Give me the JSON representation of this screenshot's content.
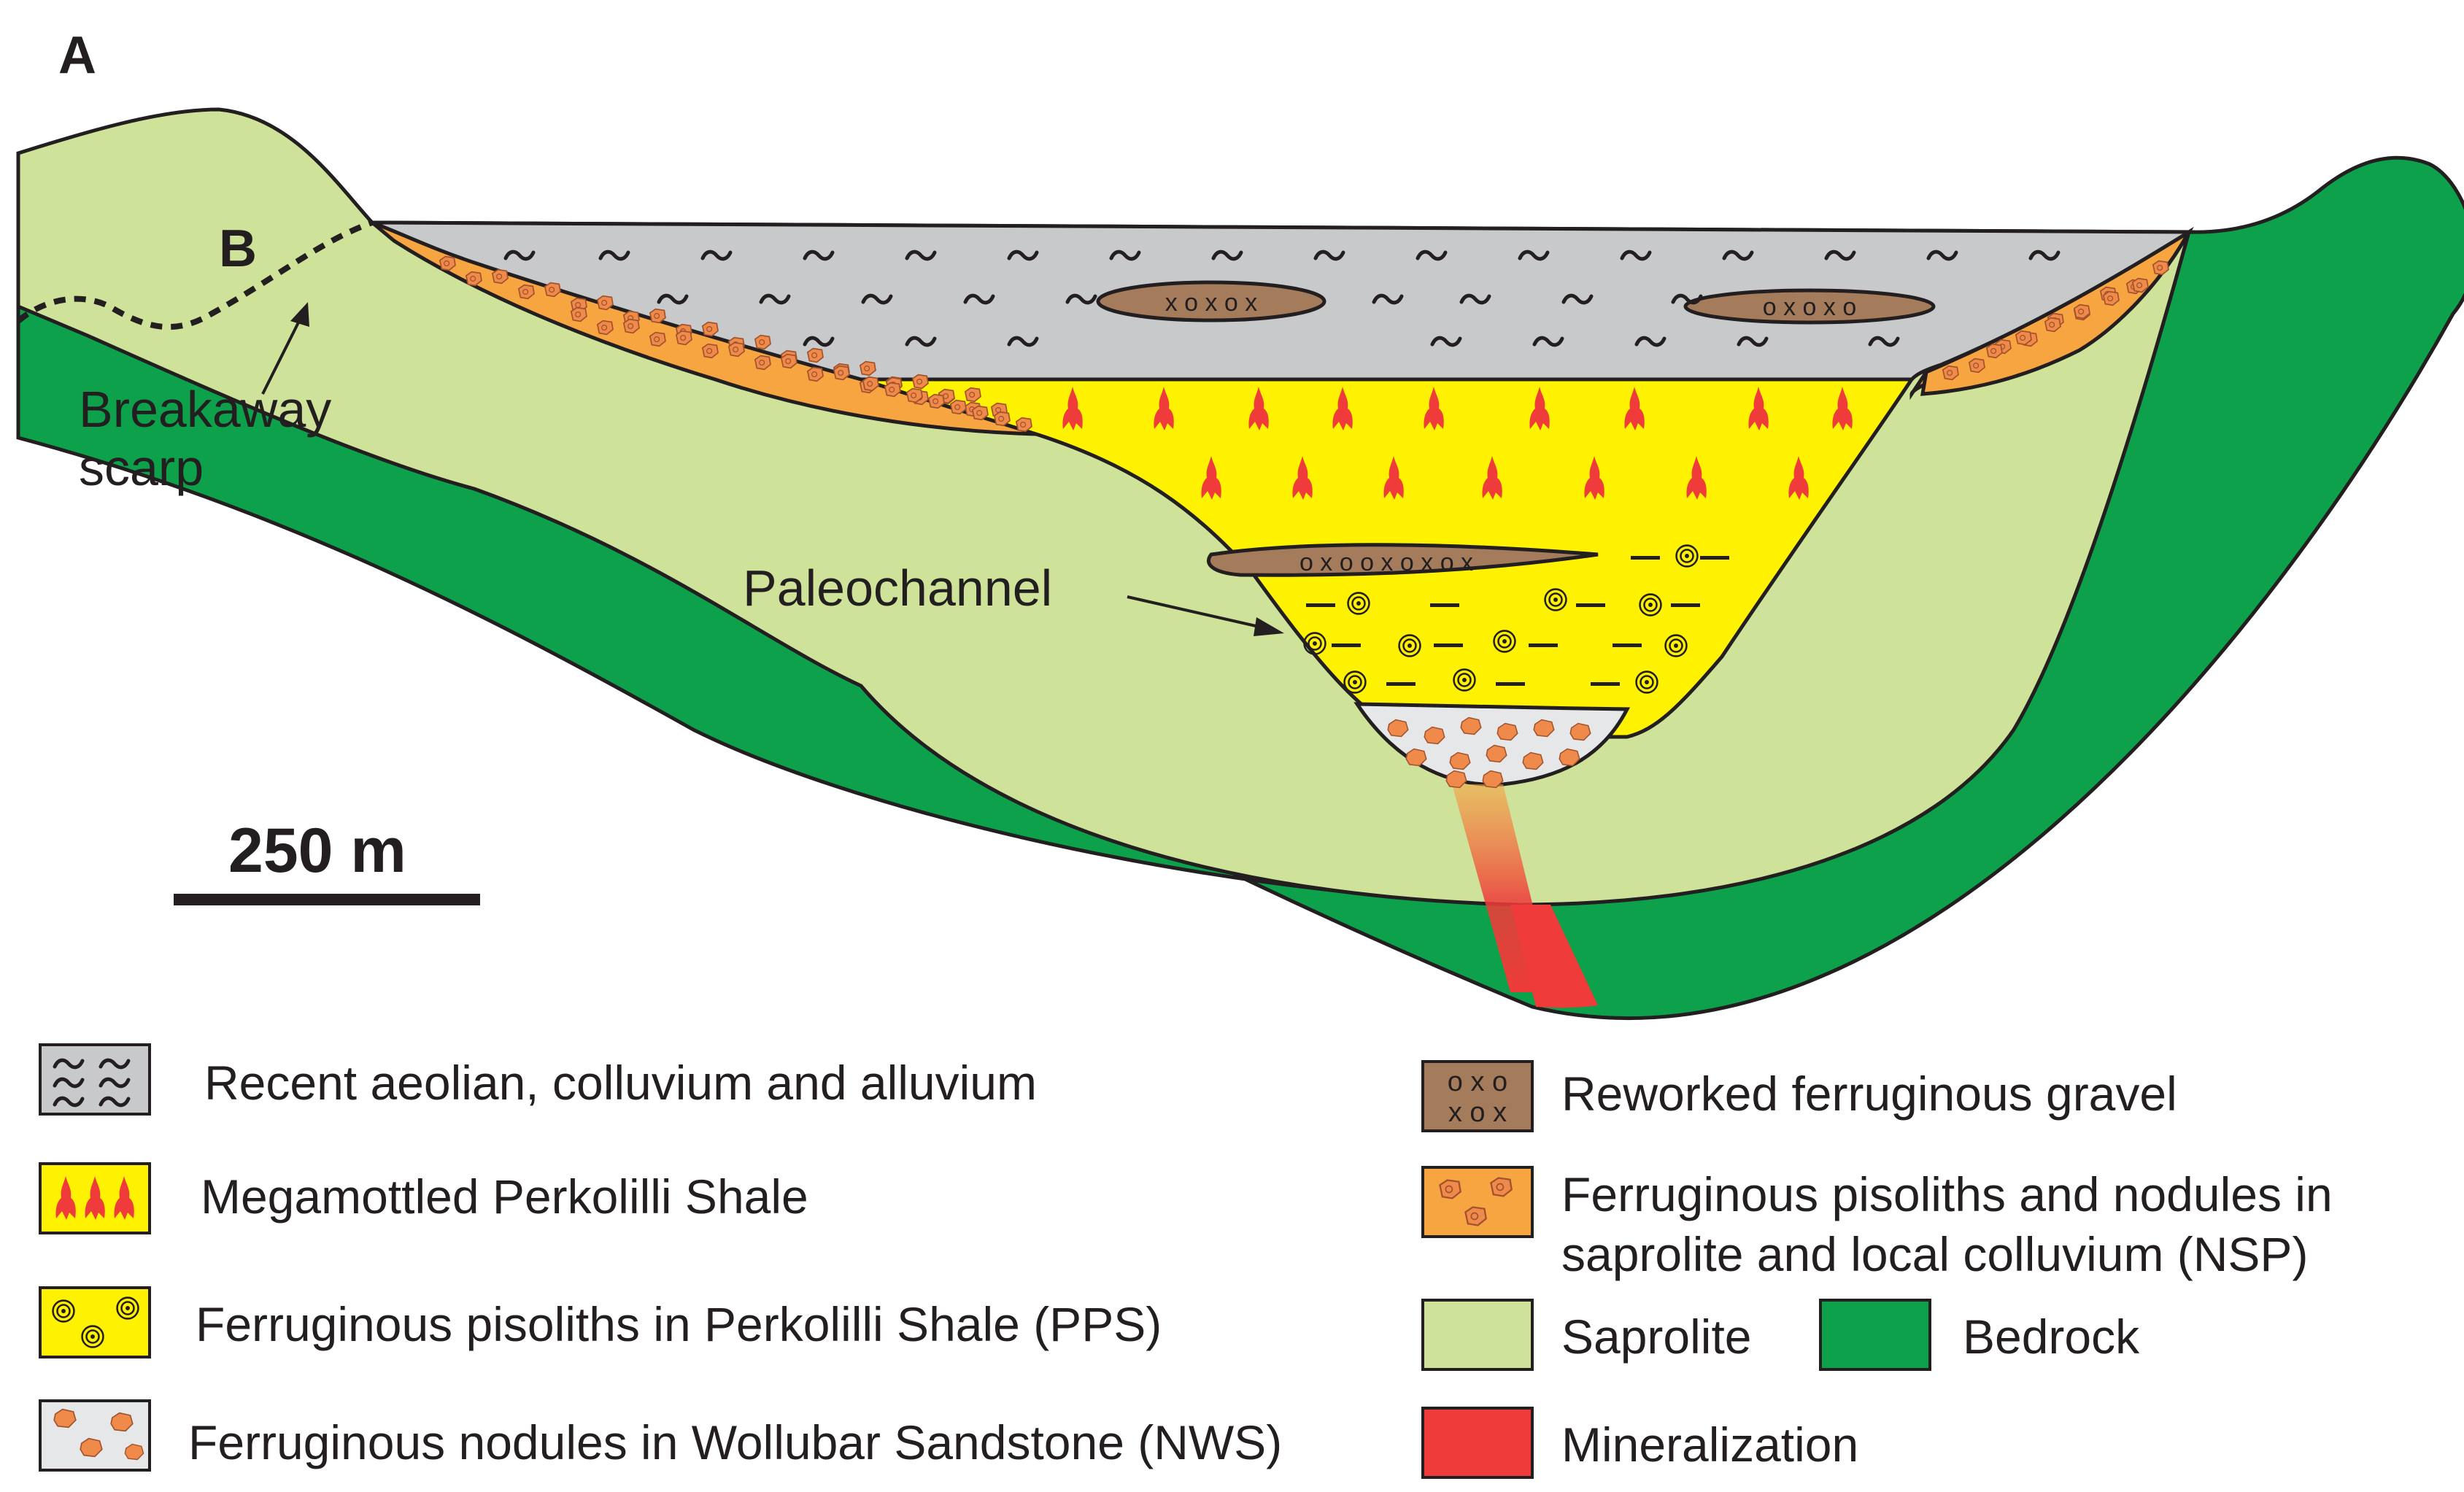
{
  "diagram": {
    "panel_labels": {
      "a": "A",
      "b": "B"
    },
    "callouts": {
      "breakaway_line1": "Breakaway",
      "breakaway_line2": "scarp",
      "paleochannel": "Paleochannel"
    },
    "scale_bar": {
      "label": "250 m"
    },
    "gravel_text": {
      "lens1": "x o x o x",
      "lens2": "o x o x o",
      "lens3": "o x o o x o x o x"
    }
  },
  "legend": {
    "items": [
      {
        "id": "recent",
        "label": "Recent aeolian, colluvium and alluvium",
        "color": "#c8c9cb"
      },
      {
        "id": "megamottled",
        "label": "Megamottled Perkolilli Shale",
        "color": "#fff200"
      },
      {
        "id": "pps",
        "label": "Ferruginous pisoliths in Perkolilli Shale (PPS)",
        "color": "#fff200"
      },
      {
        "id": "nws",
        "label": "Ferruginous nodules in Wollubar Sandstone (NWS)",
        "color": "#e6e7e8"
      },
      {
        "id": "gravel",
        "label": "Reworked ferruginous gravel",
        "color": "#a57c5b"
      },
      {
        "id": "nsp_line1",
        "label": "Ferruginous pisoliths and nodules in",
        "color": "#f7a541"
      },
      {
        "id": "nsp_line2",
        "label": "saprolite and local colluvium (NSP)"
      },
      {
        "id": "saprolite",
        "label": "Saprolite",
        "color": "#cfe29a"
      },
      {
        "id": "bedrock",
        "label": "Bedrock",
        "color": "#0ca14a"
      },
      {
        "id": "mineralization",
        "label": "Mineralization",
        "color": "#ef3b39"
      }
    ]
  },
  "colors": {
    "bedrock": "#0ca14a",
    "saprolite": "#cfe29a",
    "recent": "#c8c9cb",
    "shale": "#fff200",
    "mottle": "#ef3b39",
    "gravel": "#a57c5b",
    "nsp": "#f7a541",
    "nodule": "#f08a4b",
    "nws": "#e6e7e8",
    "mineralization": "#ef3b39"
  }
}
